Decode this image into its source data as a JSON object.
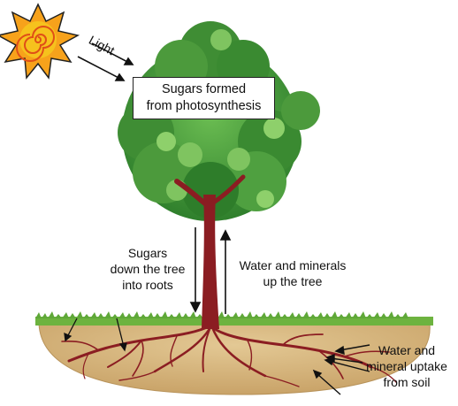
{
  "labels": {
    "light": "Light",
    "sugars_formed": [
      "Sugars formed",
      "from photosynthesis"
    ],
    "sugars_down": [
      "Sugars",
      "down the tree",
      "into roots"
    ],
    "water_up": [
      "Water and minerals",
      "up the tree"
    ],
    "water_uptake": [
      "Water and",
      "mineral uptake",
      "from soil"
    ]
  },
  "colors": {
    "sun_outer": "#f7a21b",
    "sun_inner": "#f6c21d",
    "sun_spiral": "#e04f17",
    "leaves_dark": "#2e7d2a",
    "leaves_light": "#5fae48",
    "trunk": "#8b1d22",
    "soil": "#d8b883",
    "grass": "#6db33f"
  }
}
